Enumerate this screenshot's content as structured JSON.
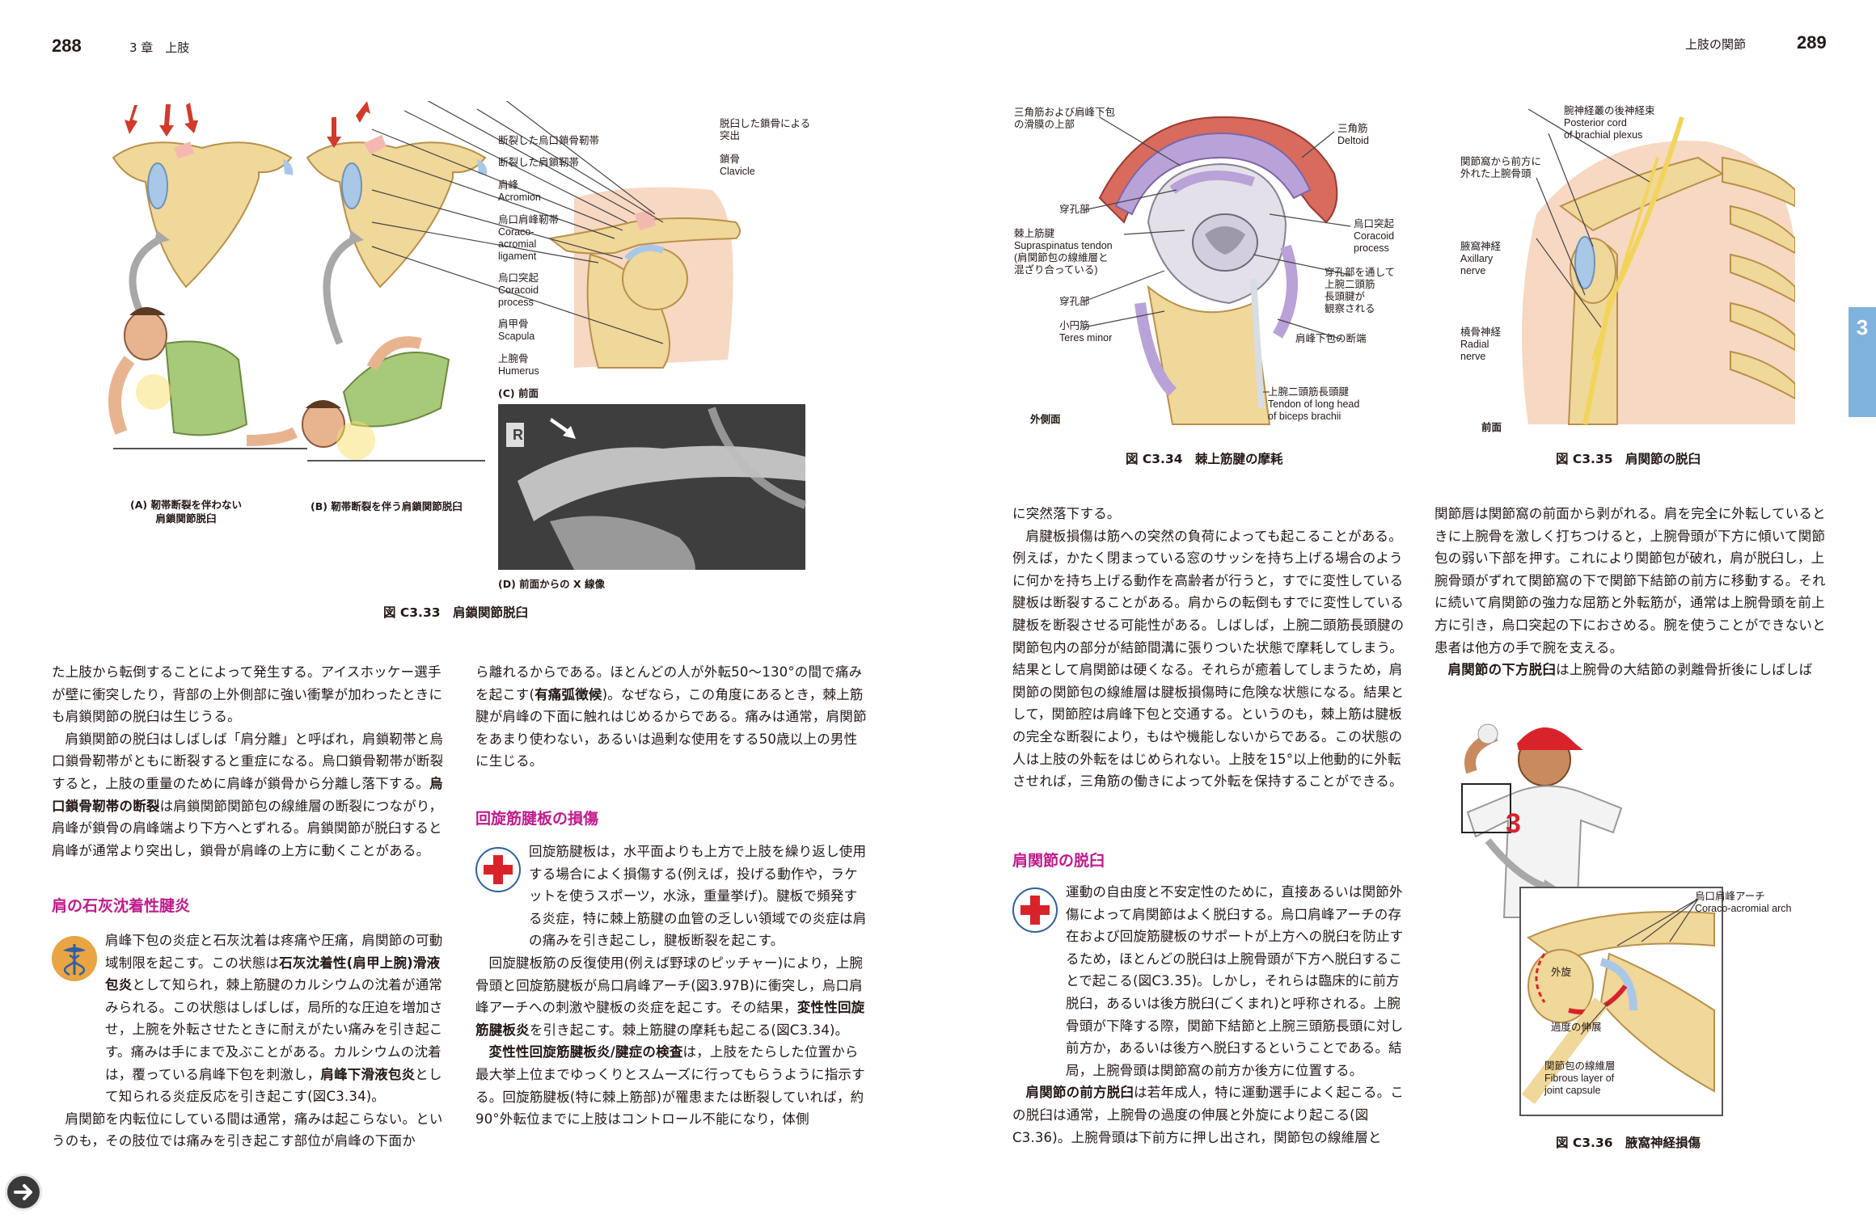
{
  "left_page": {
    "page_number": "288",
    "running_head": "3 章　上肢",
    "figure": {
      "caption": "図 C3.33　肩鎖関節脱臼",
      "panel_a": [
        "(A) 靭帯断裂を伴わない",
        "肩鎖関節脱臼"
      ],
      "panel_b": "(B) 靭帯断裂を伴う肩鎖関節脱臼",
      "panel_c": "(C) 前面",
      "panel_d": "(D) 前面からの X 線像",
      "xray_marker": "R",
      "labels_left": [
        [
          "断裂した烏口鎖骨靭帯"
        ],
        [
          "断裂した肩鎖靭帯"
        ],
        [
          "肩峰",
          "Acromion"
        ],
        [
          "烏口肩峰靭帯",
          "Coraco-",
          "acromial",
          "ligament"
        ],
        [
          "烏口突起",
          "Coracoid",
          "process"
        ],
        [
          "肩甲骨",
          "Scapula"
        ],
        [
          "上腕骨",
          "Humerus"
        ]
      ],
      "labels_right": [
        [
          "脱臼した鎖骨による",
          "突出"
        ],
        [
          "鎖骨",
          "Clavicle"
        ]
      ]
    },
    "col1": {
      "intro": "た上肢から転倒することによって発生する。アイスホッケー選手が壁に衝突したり，背部の上外側部に強い衝撃が加わったときにも肩鎖関節の脱臼は生じうる。",
      "p2a": "肩鎖関節の脱臼はしばしば「肩分離」と呼ばれ，肩鎖靭帯と烏口鎖骨靭帯がともに断裂すると重症になる。烏口鎖骨靭帯が断裂すると，上肢の重量のために肩峰が鎖骨から分離し落下する。",
      "p2b": "烏口鎖骨靭帯の断裂",
      "p2c": "は肩鎖関節関節包の線維層の断裂につながり，肩峰が鎖骨の肩峰端より下方へとずれる。肩鎖関節が脱臼すると肩峰が通常より突出し，鎖骨が肩峰の上方に動くことがある。",
      "section_title": "肩の石灰沈着性腱炎",
      "s1a": "肩峰下包の炎症と石灰沈着は疼痛や圧痛，肩関節の可動域制限を起こす。この状態は",
      "s1b": "石灰沈着性(肩甲上腕)滑液包炎",
      "s1c": "として知られ，棘上筋腱のカルシウムの沈着が通常みられる。この状態はしばしば，局所的な圧迫を増加させ，上腕を外転させたときに耐えがたい痛みを引き起こす。痛みは手にまで及ぶことがある。カルシウムの沈着は，覆っている肩峰下包を刺激し，",
      "s1d": "肩峰下滑液包炎",
      "s1e": "として知られる炎症反応を引き起こす(図C3.34)。",
      "s2": "肩関節を内転位にしている間は通常，痛みは起こらない。というのも，その肢位では痛みを引き起こす部位が肩峰の下面か"
    },
    "col2": {
      "p1a": "ら離れるからである。ほとんどの人が外転50〜130°の間で痛みを起こす(",
      "p1b": "有痛弧徴候",
      "p1c": ")。なぜなら，この角度にあるとき，棘上筋腱が肩峰の下面に触れはじめるからである。痛みは通常，肩関節をあまり使わない，あるいは過剰な使用をする50歳以上の男性に生じる。",
      "section_title": "回旋筋腱板の損傷",
      "s1": "回旋筋腱板は，水平面よりも上方で上肢を繰り返し使用する場合によく損傷する(例えば，投げる動作や，ラケットを使うスポーツ，水泳，重量挙げ)。腱板で頻発する炎症，特に棘上筋腱の血管の乏しい領域での炎症は肩の痛みを引き起こし，腱板断裂を起こす。",
      "s2a": "回旋腱板筋の反復使用(例えば野球のピッチャー)により，上腕骨頭と回旋筋腱板が烏口肩峰アーチ(図3.97B)に衝突し，烏口肩峰アーチへの刺激や腱板の炎症を起こす。その結果，",
      "s2b": "変性性回旋筋腱板炎",
      "s2c": "を引き起こす。棘上筋腱の摩耗も起こる(図C3.34)。",
      "s3a": "変性性回旋筋腱板炎/腱症の検査",
      "s3b": "は，上肢をたらした位置から最大挙上位までゆっくりとスムーズに行ってもらうように指示する。回旋筋腱板(特に棘上筋部)が罹患または断裂していれば，約90°外転位までに上肢はコントロール不能になり，体側"
    }
  },
  "right_page": {
    "page_number": "289",
    "running_head": "上肢の関節",
    "chapter_tab": "3",
    "fig34": {
      "caption": "図 C3.34　棘上筋腱の摩耗",
      "view": "外側面",
      "labels_left": [
        [
          "三角筋および肩峰下包",
          "の滑膜の上部"
        ],
        [
          "穿孔部"
        ],
        [
          "棘上筋腱",
          "Supraspinatus tendon",
          "(肩関節包の線維層と",
          "混ざり合っている)"
        ],
        [
          "穿孔部"
        ],
        [
          "小円筋",
          "Teres minor"
        ]
      ],
      "labels_right": [
        [
          "三角筋",
          "Deltoid"
        ],
        [
          "烏口突起",
          "Coracoid",
          "process"
        ],
        [
          "穿孔部を通して",
          "上腕二頭筋",
          "長頭腱が",
          "観察される"
        ],
        [
          "肩峰下包の断端"
        ],
        [
          "上腕二頭筋長頭腱",
          "Tendon of long head",
          "of biceps brachii"
        ]
      ]
    },
    "fig35": {
      "caption": "図 C3.35　肩関節の脱臼",
      "view": "前面",
      "labels": [
        [
          "腕神経叢の後神経束",
          "Posterior cord",
          "of brachial plexus"
        ],
        [
          "関節窩から前方に",
          "外れた上腕骨頭"
        ],
        [
          "腋窩神経",
          "Axillary",
          "nerve"
        ],
        [
          "橈骨神経",
          "Radial",
          "nerve"
        ]
      ]
    },
    "fig36": {
      "caption": "図 C3.36　腋窩神経損傷",
      "jersey_number": "3",
      "labels": [
        [
          "烏口肩峰アーチ",
          "Coraco-acromial arch"
        ],
        [
          "外旋"
        ],
        [
          "過度の伸展"
        ],
        [
          "関節包の線維層",
          "Fibrous layer of",
          "joint capsule"
        ]
      ]
    },
    "col3": {
      "p1": "に突然落下する。",
      "p2": "肩腱板損傷は筋への突然の負荷によっても起こることがある。例えば，かたく閉まっている窓のサッシを持ち上げる場合のように何かを持ち上げる動作を高齢者が行うと，すでに変性している腱板は断裂することがある。肩からの転倒もすでに変性している腱板を断裂させる可能性がある。しばしば，上腕二頭筋長頭腱の関節包内の部分が結節間溝に張りついた状態で摩耗してしまう。結果として肩関節は硬くなる。それらが癒着してしまうため，肩関節の関節包の線維層は腱板損傷時に危険な状態になる。結果として，関節腔は肩峰下包と交通する。というのも，棘上筋は腱板の完全な断裂により，もはや機能しないからである。この状態の人は上肢の外転をはじめられない。上肢を15°以上他動的に外転させれば，三角筋の働きによって外転を保持することができる。",
      "section_title": "肩関節の脱臼",
      "s1": "運動の自由度と不安定性のために，直接あるいは関節外傷によって肩関節はよく脱臼する。烏口肩峰アーチの存在および回旋筋腱板のサポートが上方への脱臼を防止するため，ほとんどの脱臼は上腕骨頭が下方へ脱臼することで起こる(図C3.35)。しかし，それらは臨床的に前方脱臼，あるいは後方脱臼(ごくまれ)と呼称される。上腕骨頭が下降する際，関節下結節と上腕三頭筋長頭に対し前方か，あるいは後方へ脱臼するということである。結局，上腕骨頭は関節窩の前方か後方に位置する。",
      "s2a": "肩関節の前方脱臼",
      "s2b": "は若年成人，特に運動選手によく起こる。この脱臼は通常，上腕骨の過度の伸展と外旋により起こる(図C3.36)。上腕骨頭は下前方に押し出され，関節包の線維層と"
    },
    "col4": {
      "p1": "関節唇は関節窩の前面から剥がれる。肩を完全に外転しているときに上腕骨を激しく打ちつけると，上腕骨頭が下方に傾いて関節包の弱い下部を押す。これにより関節包が破れ，肩が脱臼し，上腕骨頭がずれて関節窩の下で関節下結節の前方に移動する。それに続いて肩関節の強力な屈筋と外転筋が，通常は上腕骨頭を前上方に引き，烏口突起の下におさめる。腕を使うことができないと患者は他方の手で腕を支える。",
      "p2a": "肩関節の下方脱臼",
      "p2b": "は上腕骨の大結節の剥離骨折後にしばしば"
    }
  },
  "colors": {
    "section_magenta": "#c2198c",
    "tab_blue": "#7fb2dd",
    "bone": "#f0d79a",
    "bone_shade": "#d9b46a",
    "cartilage": "#a9c8e8",
    "skin_bg": "#f7d8c2"
  },
  "icons": [
    "first-aid-cross-icon",
    "caduceus-icon",
    "next-page-arrow-icon"
  ]
}
